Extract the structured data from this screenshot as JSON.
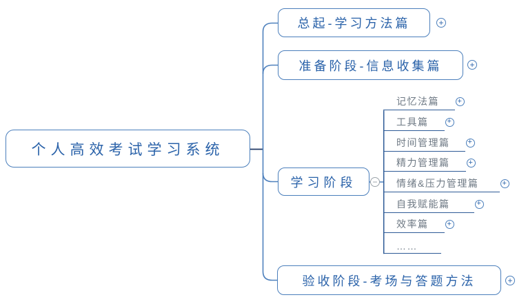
{
  "root": {
    "label": "个人高效考试学习系统"
  },
  "branches": [
    {
      "label": "总起-学习方法篇",
      "toggle": "plus"
    },
    {
      "label": "准备阶段-信息收集篇",
      "toggle": "plus"
    },
    {
      "label": "学习阶段",
      "toggle": "minus"
    },
    {
      "label": "验收阶段-考场与答题方法",
      "toggle": "plus"
    }
  ],
  "children": [
    {
      "label": "记忆法篇",
      "toggle": "plus"
    },
    {
      "label": "工具篇",
      "toggle": "plus"
    },
    {
      "label": "时间管理篇",
      "toggle": "plus"
    },
    {
      "label": "精力管理篇",
      "toggle": "plus"
    },
    {
      "label": "情绪&压力管理篇",
      "toggle": "plus"
    },
    {
      "label": "自我赋能篇",
      "toggle": "plus"
    },
    {
      "label": "效率篇",
      "toggle": "plus"
    },
    {
      "label": "……",
      "toggle": "none"
    }
  ],
  "glyphs": {
    "plus": "+",
    "minus": "−"
  },
  "colors": {
    "node_border": "#4a7ebb",
    "node_text": "#2a62a9",
    "connector": "#4f81bd",
    "root_connector": "#1f3864",
    "subtopic_text": "#6f7a85",
    "subtopic_line": "#2d5a96",
    "collapse_icon_gray": "#9aa2a9"
  }
}
